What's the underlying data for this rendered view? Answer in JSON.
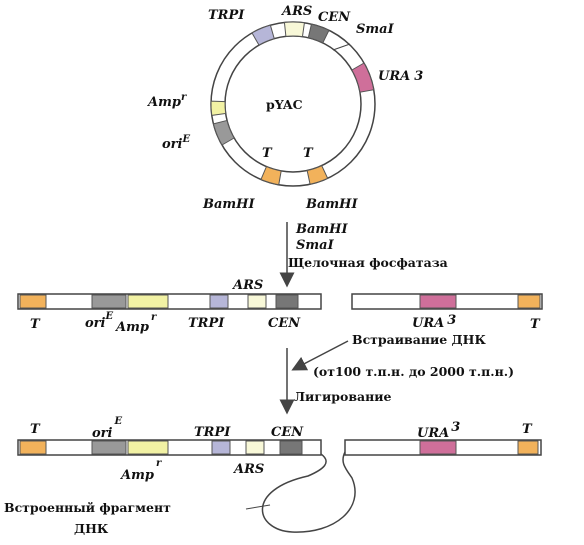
{
  "colors": {
    "T": "#f2b25b",
    "ori": "#999999",
    "amp": "#f2f2a4",
    "trp": "#b6b6d8",
    "ars": "#f8f8d8",
    "cen": "#777777",
    "ura": "#cf6f9a",
    "line": "#444444"
  },
  "plasmid": {
    "name": "pYAC",
    "trp": "TRPI",
    "ars": "ARS",
    "cen": "CEN",
    "sma": "SmaI",
    "ura": "URA",
    "ura_num": "3",
    "amp": "Amp",
    "amp_sup": "r",
    "ori": "ori",
    "ori_sup": "E",
    "t_left": "T",
    "t_right": "T",
    "bam_left": "BamHI",
    "bam_right": "BamHI"
  },
  "step1": {
    "line1": "BamHI",
    "line2": "SmaI",
    "line3": "Щелочная фосфатаза"
  },
  "linear": {
    "T": "T",
    "ori": "ori",
    "ori_sup": "E",
    "amp": "Amp",
    "amp_sup": "r",
    "trp": "TRPI",
    "ars": "ARS",
    "cen": "CEN",
    "ura": "URA",
    "ura_num": "3",
    "T_right": "T"
  },
  "step2": {
    "line1": "Встраивание ДНК",
    "line2": "(от100 т.п.н. до  2000 т.п.н.)",
    "line3": "Лигирование"
  },
  "final": {
    "T": "T",
    "ori": "ori",
    "ori_sup": "E",
    "amp": "Amp",
    "amp_sup": "r",
    "trp": "TRPI",
    "cen": "CEN",
    "ars": "ARS",
    "ura": "URA",
    "ura_num": "3",
    "T_right": "T",
    "insert_line1": "Встроенный фрагмент",
    "insert_line2": "ДНК"
  }
}
